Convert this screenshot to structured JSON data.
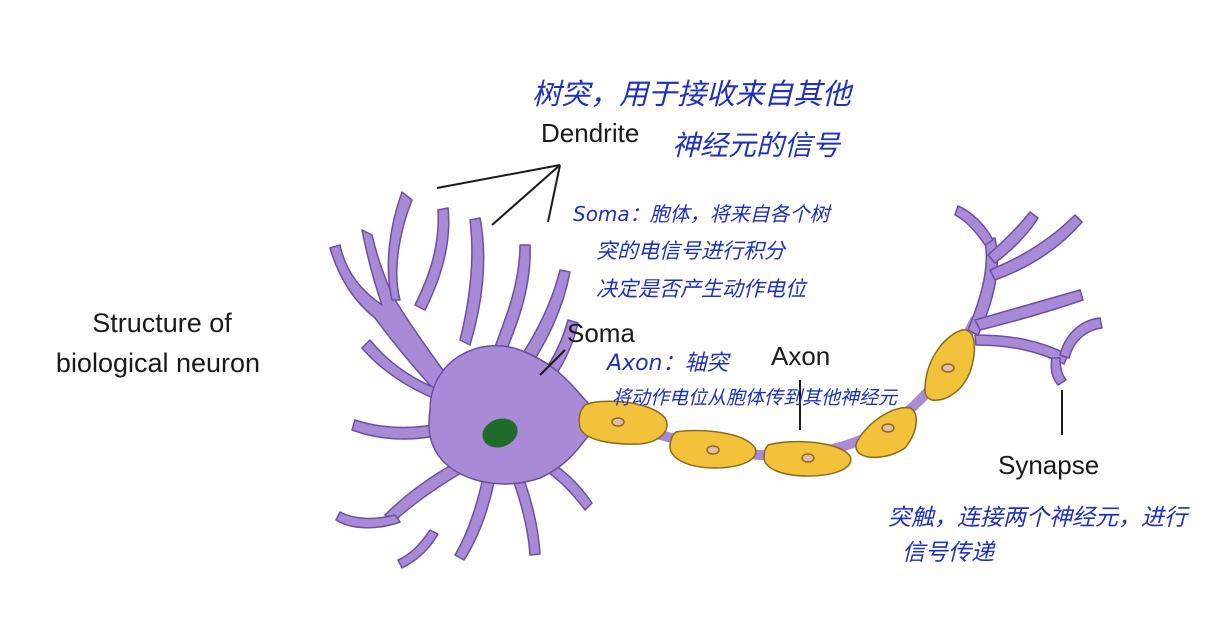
{
  "title": {
    "line1": "Structure of",
    "line2": "biological neuron"
  },
  "labels": {
    "dendrite": "Dendrite",
    "soma": "Soma",
    "axon": "Axon",
    "synapse": "Synapse"
  },
  "annotations": {
    "dendrite_line1": "树突，用于接收来自其他",
    "dendrite_line2": "神经元的信号",
    "soma_line1": "Soma：胞体，将来自各个树",
    "soma_line2": "突的电信号进行积分",
    "soma_line3": "决定是否产生动作电位",
    "axon_line1": "Axon：轴突",
    "axon_line2": "将动作电位从胞体传到其他神经元",
    "synapse_line1": "突触，连接两个神经元，进行",
    "synapse_line2": "信号传递"
  },
  "colors": {
    "neuron_body": "#a98ad6",
    "neuron_outline": "#6a4fa3",
    "nucleus": "#1f6b2a",
    "myelin": "#f2c23a",
    "myelin_outline": "#8a6a1a",
    "node": "#e6b9b0",
    "annotation_ink": "#1f2fbf"
  }
}
